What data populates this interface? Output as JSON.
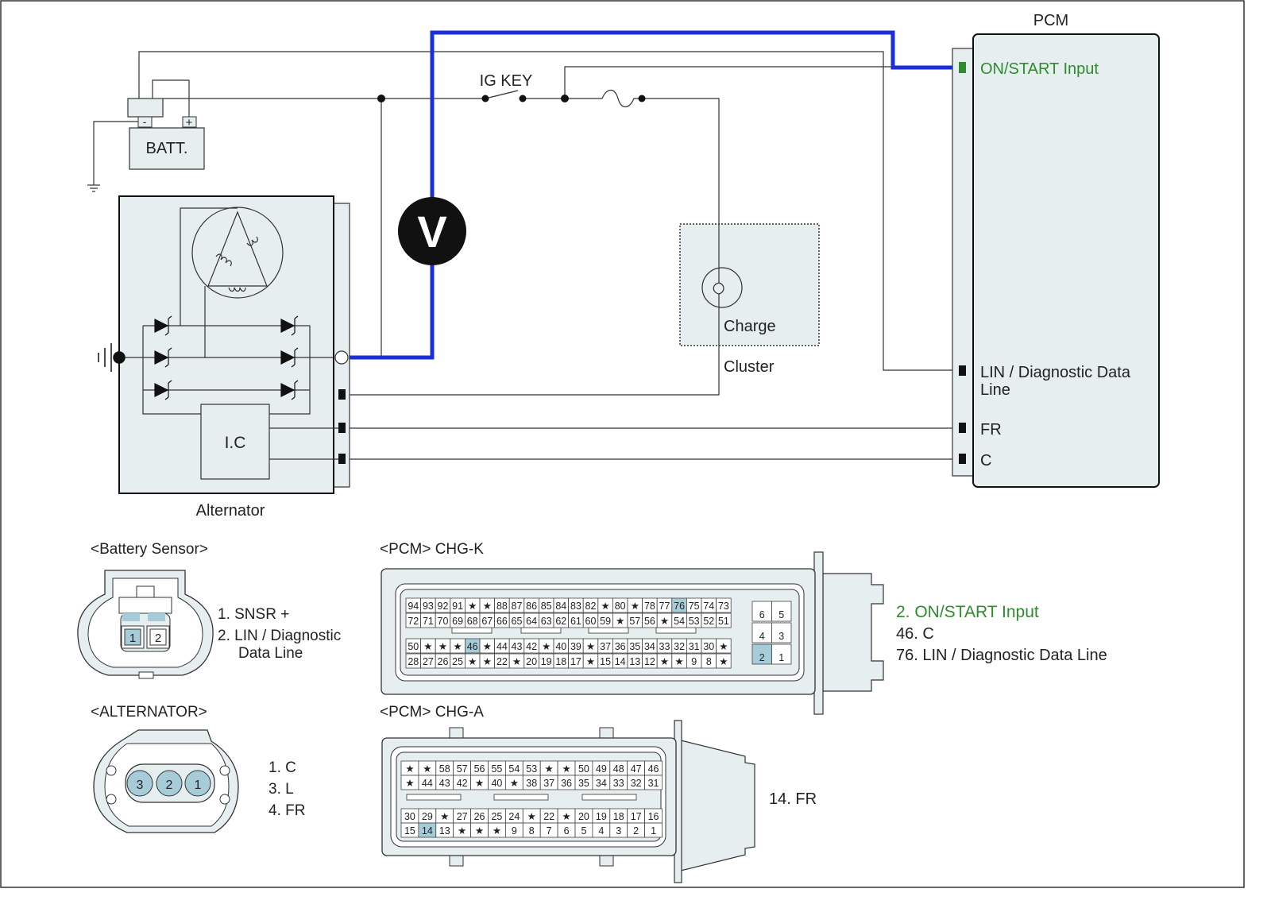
{
  "diagram": {
    "labels": {
      "pcm": "PCM",
      "battery": "BATT.",
      "battery_minus": "-",
      "battery_plus": "+",
      "ig_key": "IG KEY",
      "voltmeter": "V",
      "charge": "Charge",
      "cluster": "Cluster",
      "alternator": "Alternator",
      "ic": "I.C"
    },
    "pcm_pins": {
      "on_start": "ON/START Input",
      "lin_line1": "LIN / Diagnostic Data",
      "lin_line2": "Line",
      "fr": "FR",
      "c": "C"
    },
    "colors": {
      "measurement_wire": "#1a2fd6",
      "highlight_text": "#2e8b2e",
      "highlight_pin": "#a6ccd9",
      "module_fill": "#e6eef0"
    }
  },
  "connectors": {
    "battery_sensor": {
      "title": "<Battery Sensor>",
      "pins": [
        "1",
        "2"
      ],
      "legend": [
        "1. SNSR +",
        "2. LIN / Diagnostic",
        "Data Line"
      ]
    },
    "alternator": {
      "title": "<ALTERNATOR>",
      "pins": [
        "3",
        "2",
        "1"
      ],
      "legend": [
        "1. C",
        "3. L",
        "4. FR"
      ]
    },
    "chg_k": {
      "title": "<PCM> CHG-K",
      "rows": [
        [
          "94",
          "93",
          "92",
          "91",
          "★",
          "★",
          "88",
          "87",
          "86",
          "85",
          "84",
          "83",
          "82",
          "★",
          "80",
          "★",
          "78",
          "77",
          "76",
          "75",
          "74",
          "73"
        ],
        [
          "72",
          "71",
          "70",
          "69",
          "68",
          "67",
          "66",
          "65",
          "64",
          "63",
          "62",
          "61",
          "60",
          "59",
          "★",
          "57",
          "56",
          "★",
          "54",
          "53",
          "52",
          "51"
        ],
        [
          "50",
          "★",
          "★",
          "★",
          "46",
          "★",
          "44",
          "43",
          "42",
          "★",
          "40",
          "39",
          "★",
          "37",
          "36",
          "35",
          "34",
          "33",
          "32",
          "31",
          "30",
          "★"
        ],
        [
          "28",
          "27",
          "26",
          "25",
          "★",
          "★",
          "22",
          "★",
          "20",
          "19",
          "18",
          "17",
          "★",
          "15",
          "14",
          "13",
          "12",
          "★",
          "★",
          "9",
          "8",
          "★"
        ]
      ],
      "side_block": [
        [
          "6",
          "5"
        ],
        [
          "4",
          "3"
        ],
        [
          "2",
          "1"
        ]
      ],
      "highlighted": [
        "76",
        "46",
        "2"
      ],
      "legend_highlight": "2. ON/START Input",
      "legend": [
        "46. C",
        "76. LIN / Diagnostic Data Line"
      ]
    },
    "chg_a": {
      "title": "<PCM> CHG-A",
      "rows": [
        [
          "★",
          "★",
          "58",
          "57",
          "56",
          "55",
          "54",
          "53",
          "★",
          "★",
          "50",
          "49",
          "48",
          "47",
          "46"
        ],
        [
          "★",
          "44",
          "43",
          "42",
          "★",
          "40",
          "★",
          "38",
          "37",
          "36",
          "35",
          "34",
          "33",
          "32",
          "31"
        ],
        [
          "30",
          "29",
          "★",
          "27",
          "26",
          "25",
          "24",
          "★",
          "22",
          "★",
          "20",
          "19",
          "18",
          "17",
          "16"
        ],
        [
          "15",
          "14",
          "13",
          "★",
          "★",
          "★",
          "9",
          "8",
          "7",
          "6",
          "5",
          "4",
          "3",
          "2",
          "1"
        ]
      ],
      "highlighted": [
        "14"
      ],
      "legend": [
        "14. FR"
      ]
    }
  }
}
